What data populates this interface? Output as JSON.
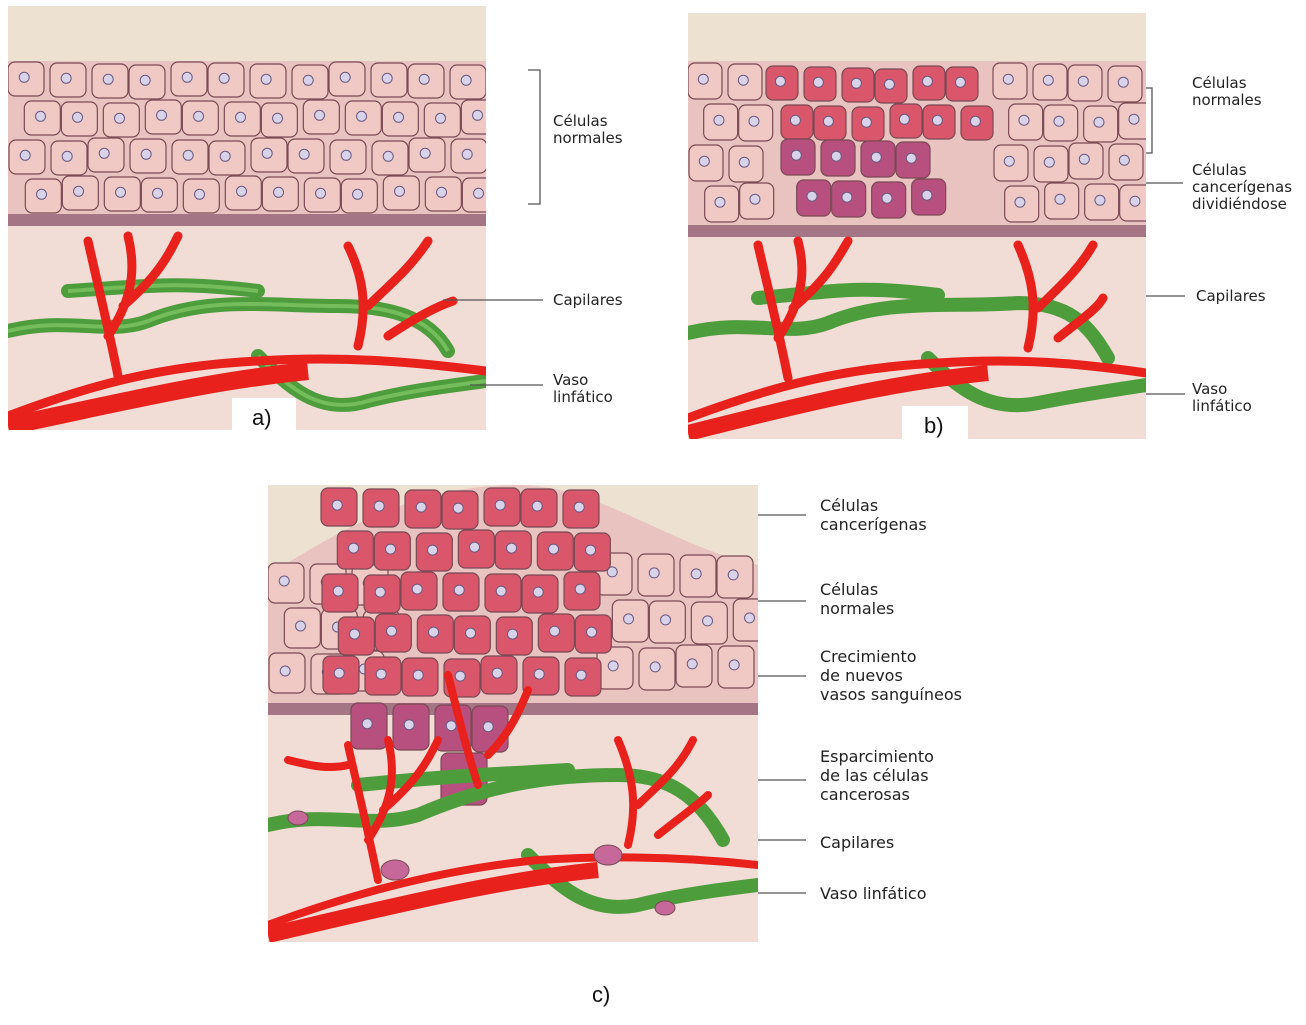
{
  "panel_a": {
    "tag": "a)",
    "labels": {
      "normal_cells": "Células\nnormales",
      "capillaries": "Capilares",
      "lymph_vessel": "Vaso\nlinfático"
    }
  },
  "panel_b": {
    "tag": "b)",
    "labels": {
      "normal_cells": "Células\nnormales",
      "dividing_cancer_cells": "Células\ncancerígenas\ndividiéndose",
      "capillaries": "Capilares",
      "lymph_vessel": "Vaso\nlinfático"
    }
  },
  "panel_c": {
    "tag": "c)",
    "labels": {
      "cancer_cells": "Células\ncancerígenas",
      "normal_cells": "Células\nnormales",
      "new_vessels": "Crecimiento\nde nuevos\nvasos sanguíneos",
      "spread": "Esparcimiento\nde las células\ncancerosas",
      "capillaries": "Capilares",
      "lymph_vessel": "Vaso linfático"
    }
  },
  "colors": {
    "background": "#f3ddd6",
    "normal_cell": "#f0c9c4",
    "cell_outline": "#7a4a55",
    "cancer_cell": "#d9566b",
    "cancer_cell_dark": "#b8507f",
    "capillary": "#e8211d",
    "lymph": "#5aa845",
    "membrane": "#9c6a7a"
  }
}
